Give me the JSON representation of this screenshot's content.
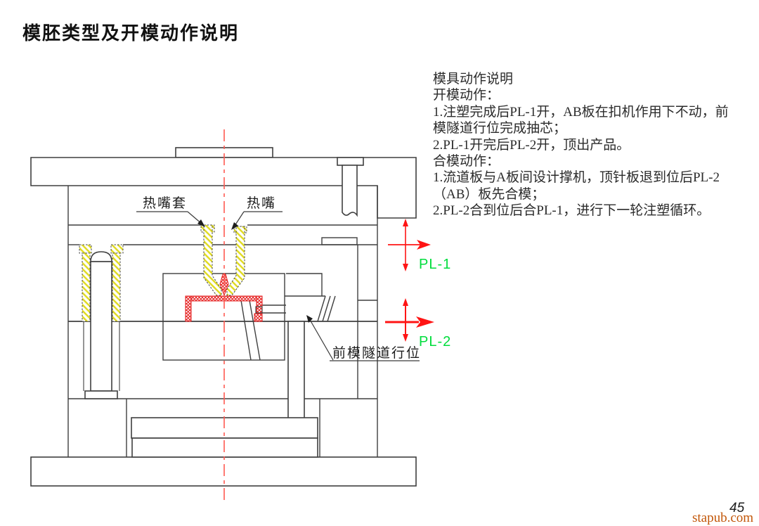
{
  "title": "模胚类型及开模动作说明",
  "notes": {
    "lines": [
      "模具动作说明",
      "开模动作：",
      "1.注塑完成后PL-1开，AB板在扣机作用下不动，前",
      "模隧道行位完成抽芯；",
      "2.PL-1开完后PL-2开，顶出产品。",
      "合模动作：",
      "1.流道板与A板间设计撑机，顶针板退到位后PL-2",
      "（AB）板先合模；",
      "2.PL-2合到位后合PL-1，进行下一轮注塑循环。"
    ]
  },
  "diagram": {
    "labels": {
      "hot_nozzle_sleeve": "热嘴套",
      "hot_nozzle": "热嘴",
      "front_mold_tunnel_slide": "前模隧道行位",
      "pl1": "PL-1",
      "pl2": "PL-2"
    },
    "colors": {
      "line": "#3f3f3f",
      "centerline": "#ff5a52",
      "arrow_red": "#ff1414",
      "pl_green": "#00dd3c",
      "hatch_yellow": "#e0da1e",
      "product_red": "#e62222",
      "watermark": "#c25608"
    }
  },
  "footer": {
    "page_number": "45",
    "watermark": "stapub.com"
  }
}
